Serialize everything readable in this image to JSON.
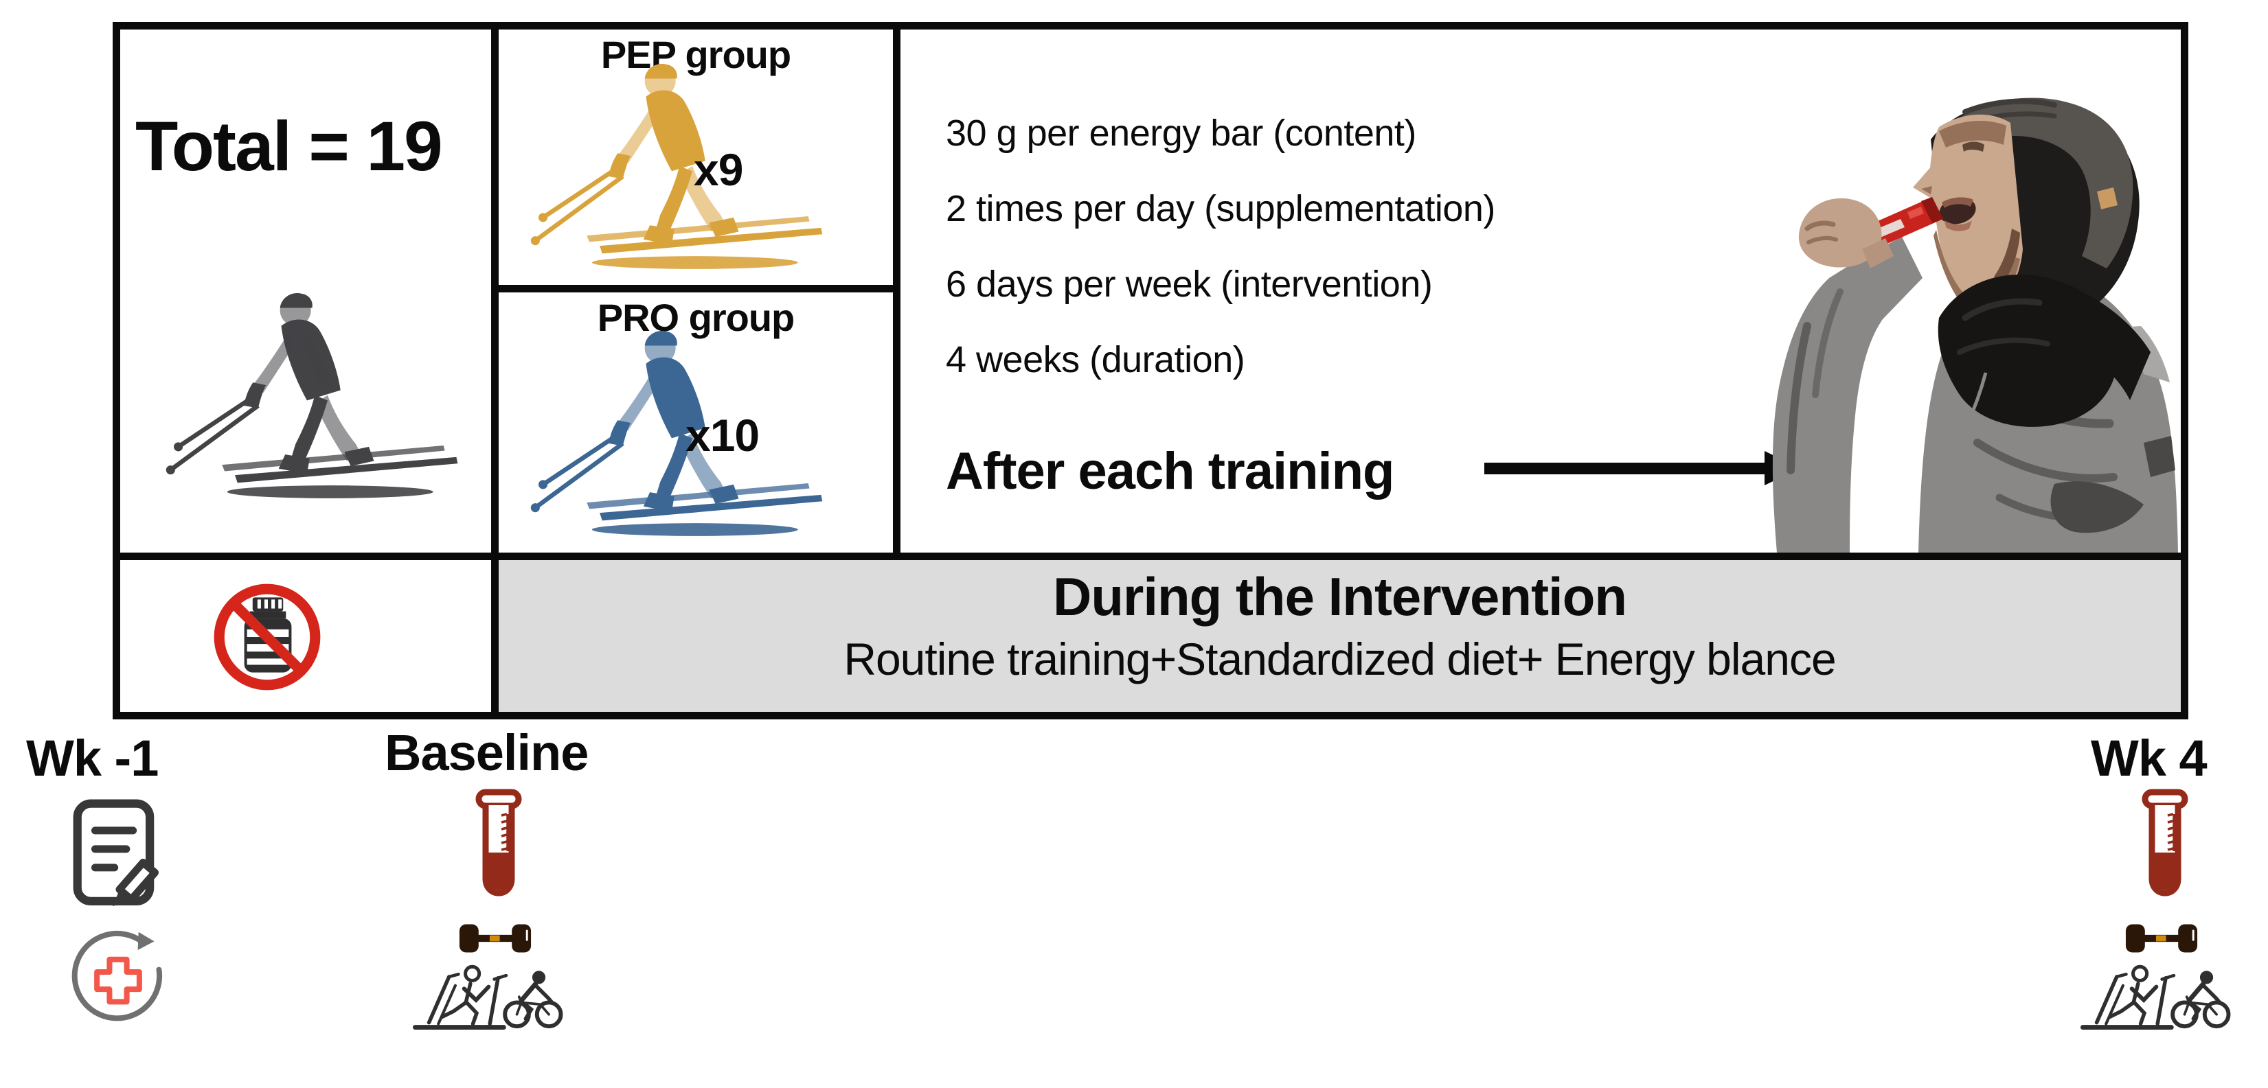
{
  "figure": {
    "enrollment": {
      "total_label": "Total = 19",
      "skier_icon": "cross-country-skier-icon"
    },
    "groups": [
      {
        "label": "PEP group",
        "multiplier": "x9",
        "color": "#d9a33c"
      },
      {
        "label": "PRO group",
        "multiplier": "x10",
        "color": "#3c6694"
      }
    ],
    "supplementation": {
      "details": [
        "30 g per energy bar (content)",
        "2 times per day (supplementation)",
        "6 days per week (intervention)",
        "4 weeks (duration)"
      ],
      "after_training_label": "After each training",
      "photo": "athlete-eating-energy-bar"
    },
    "restriction_icon": "no-supplements-icon",
    "banner": {
      "title": "During the Intervention",
      "subtitle": "Routine training+Standardized diet+ Energy blance",
      "background_color": "#dcdcdc"
    }
  },
  "timeline": [
    {
      "label": "Wk -1",
      "icons": [
        "questionnaire-edit-icon",
        "health-screening-icon"
      ]
    },
    {
      "label": "Baseline",
      "icons": [
        "blood-test-tube-icon",
        "dumbbell-strength-icon",
        "treadmill-test-icon",
        "cycling-test-icon"
      ]
    },
    {
      "label": "Wk 4",
      "icons": [
        "blood-test-tube-icon",
        "dumbbell-strength-icon",
        "treadmill-test-icon",
        "cycling-test-icon"
      ]
    }
  ],
  "icon_colors": {
    "total_skier_gray": "#434245",
    "pep_skier_gold": "#d9a33c",
    "pro_skier_blue": "#3c6694",
    "prohibition_red": "#d6251a",
    "bottle_dark": "#2f2f2f",
    "blood_red": "#942a1a",
    "dumbbell_brown": "#2a1708",
    "dumbbell_clip_orange": "#cf8a0e",
    "medical_cross_red": "#f25749",
    "outline_gray": "#383838"
  }
}
